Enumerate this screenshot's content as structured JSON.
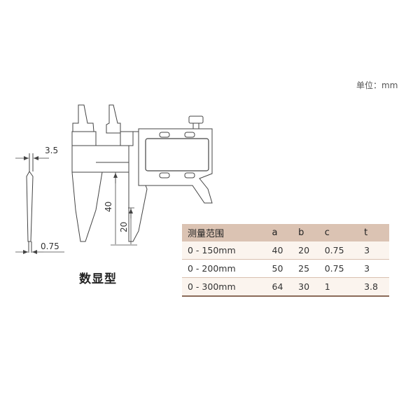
{
  "unit_label": "单位：mm",
  "type_label": "数显型",
  "dimensions": {
    "thickness_top": "3.5",
    "thickness_bottom": "0.75",
    "depth_outer": "40",
    "depth_inner": "20"
  },
  "spec_table": {
    "headers": [
      "测量范围",
      "a",
      "b",
      "c",
      "t"
    ],
    "rows": [
      [
        "0 - 150mm",
        "40",
        "20",
        "0.75",
        "3"
      ],
      [
        "0 - 200mm",
        "50",
        "25",
        "0.75",
        "3"
      ],
      [
        "0 - 300mm",
        "64",
        "30",
        "1",
        "3.8"
      ]
    ]
  },
  "colors": {
    "header_bg": "#dbc3b3",
    "row_tint": "#fbf4ee",
    "rule": "#8a6a58"
  }
}
